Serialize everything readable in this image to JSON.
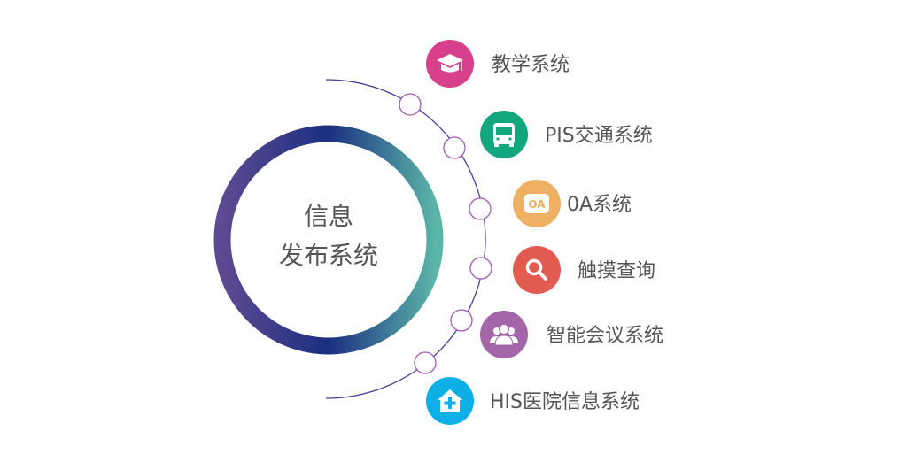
{
  "center": {
    "line1": "信息",
    "line2": "发布系统"
  },
  "colors": {
    "ring_start": "#5e4a92",
    "ring_mid": "#1b2f80",
    "ring_end": "#5cb5a9",
    "arc": "#4a3f95",
    "node": "#a35bb3",
    "text": "#555555"
  },
  "items": [
    {
      "label": "教学系统",
      "icon": "graduation-cap-icon",
      "color": "#d8408c"
    },
    {
      "label": "PIS交通系统",
      "icon": "bus-icon",
      "color": "#12a77f"
    },
    {
      "label": "0A系统",
      "icon": "oa-badge-icon",
      "icon_text": "OA",
      "color": "#efb063"
    },
    {
      "label": "触摸查询",
      "icon": "search-icon",
      "color": "#e25b50"
    },
    {
      "label": "智能会议系统",
      "icon": "users-icon",
      "color": "#a366a8"
    },
    {
      "label": "HIS医院信息系统",
      "icon": "hospital-icon",
      "color": "#0eaee6"
    }
  ]
}
